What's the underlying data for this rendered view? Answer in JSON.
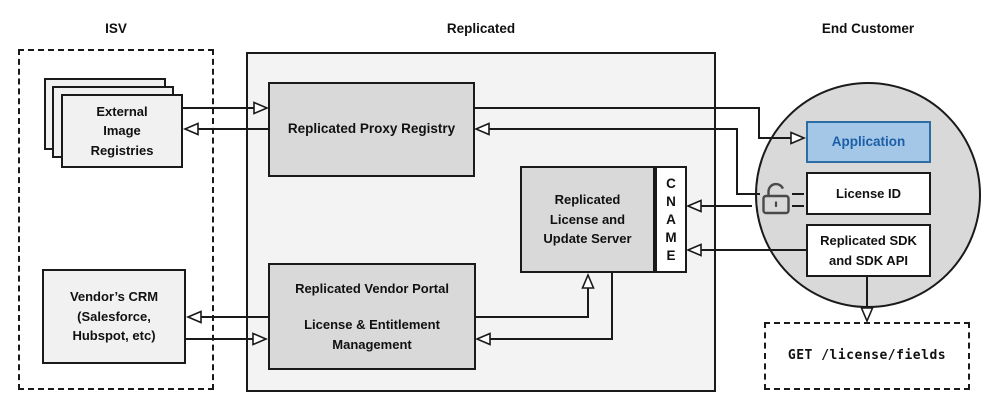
{
  "sections": {
    "isv_title": "ISV",
    "replicated_title": "Replicated",
    "end_customer_title": "End Customer"
  },
  "isv": {
    "registries_label": "External\nImage\nRegistries",
    "crm_label": "Vendor’s CRM\n(Salesforce,\nHubspot, etc)"
  },
  "replicated": {
    "proxy_label": "Replicated Proxy Registry",
    "license_server_label": "Replicated\nLicense and\nUpdate Server",
    "cname": "CNAME",
    "portal_title": "Replicated Vendor Portal",
    "portal_subtitle": "License & Entitlement\nManagement"
  },
  "end_customer": {
    "application_label": "Application",
    "license_id_label": "License ID",
    "sdk_label": "Replicated SDK\nand SDK API",
    "api_call": "GET /license/fields"
  },
  "colors": {
    "box_gray": "#d9d9d9",
    "container_gray": "#f3f3f3",
    "app_fill": "#a4c7e8",
    "app_border": "#2e6da4",
    "app_text": "#1d5fa6",
    "line": "#1a1a1a"
  }
}
